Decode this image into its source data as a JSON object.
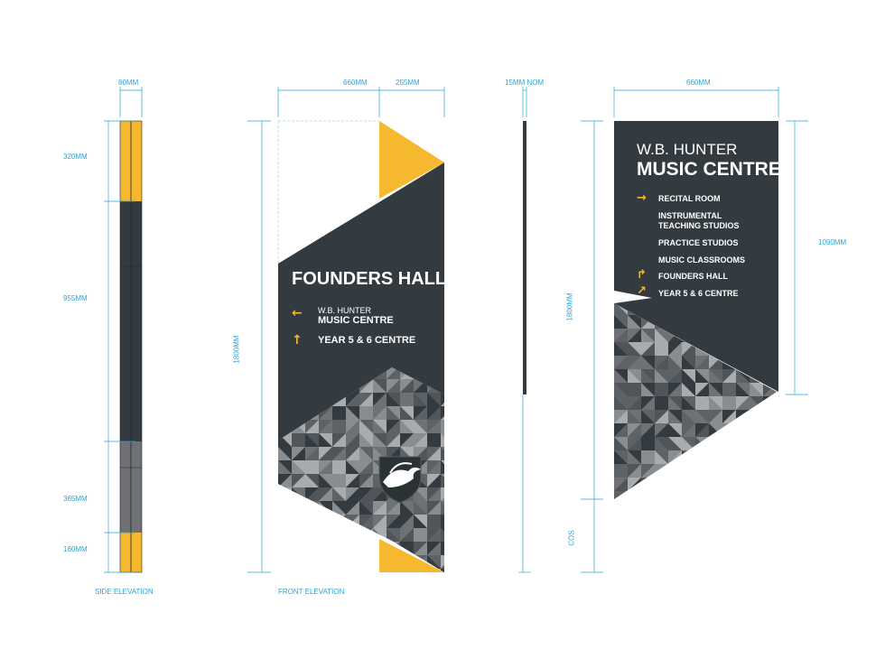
{
  "colors": {
    "dark": "#333b40",
    "yellow": "#f5b82e",
    "gray": "#6f7174",
    "dim": "#2aa5d6"
  },
  "side": {
    "width_label": "80MM",
    "seg1_label": "320MM",
    "seg2_label": "955MM",
    "seg3_label": "365MM",
    "seg4_label": "160MM",
    "caption": "SIDE ELEVATION"
  },
  "front": {
    "width1_label": "660MM",
    "width2_label": "255MM",
    "height_label": "1800MM",
    "caption": "FRONT ELEVATION",
    "title": "FOUNDERS HALL",
    "items": [
      {
        "arrow": "←",
        "arrow_icon": "arrow-left-icon",
        "line1": "W.B. HUNTER",
        "line2": "MUSIC CENTRE"
      },
      {
        "arrow": "↑",
        "arrow_icon": "arrow-up-icon",
        "line1": "YEAR 5 & 6  CENTRE"
      }
    ]
  },
  "edge": {
    "label": "15MM NOM"
  },
  "back": {
    "width_label": "660MM",
    "height_label": "1800MM",
    "panel_label": "1090MM",
    "cos_label": "COS",
    "title_line1": "W.B. HUNTER",
    "title_line2": "MUSIC CENTRE",
    "items": [
      {
        "arrow": "→",
        "arrow_icon": "arrow-right-icon",
        "label": "RECITAL ROOM"
      },
      {
        "arrow": "",
        "arrow_icon": "",
        "label": "INSTRUMENTAL"
      },
      {
        "arrow": "",
        "arrow_icon": "",
        "label": "TEACHING STUDIOS"
      },
      {
        "arrow": "",
        "arrow_icon": "",
        "label": "PRACTICE STUDIOS"
      },
      {
        "arrow": "",
        "arrow_icon": "",
        "label": "MUSIC CLASSROOMS"
      },
      {
        "arrow": "↱",
        "arrow_icon": "arrow-turn-right-icon",
        "label": "FOUNDERS HALL"
      },
      {
        "arrow": "↗",
        "arrow_icon": "arrow-up-right-icon",
        "label": "YEAR 5 & 6  CENTRE"
      }
    ]
  }
}
